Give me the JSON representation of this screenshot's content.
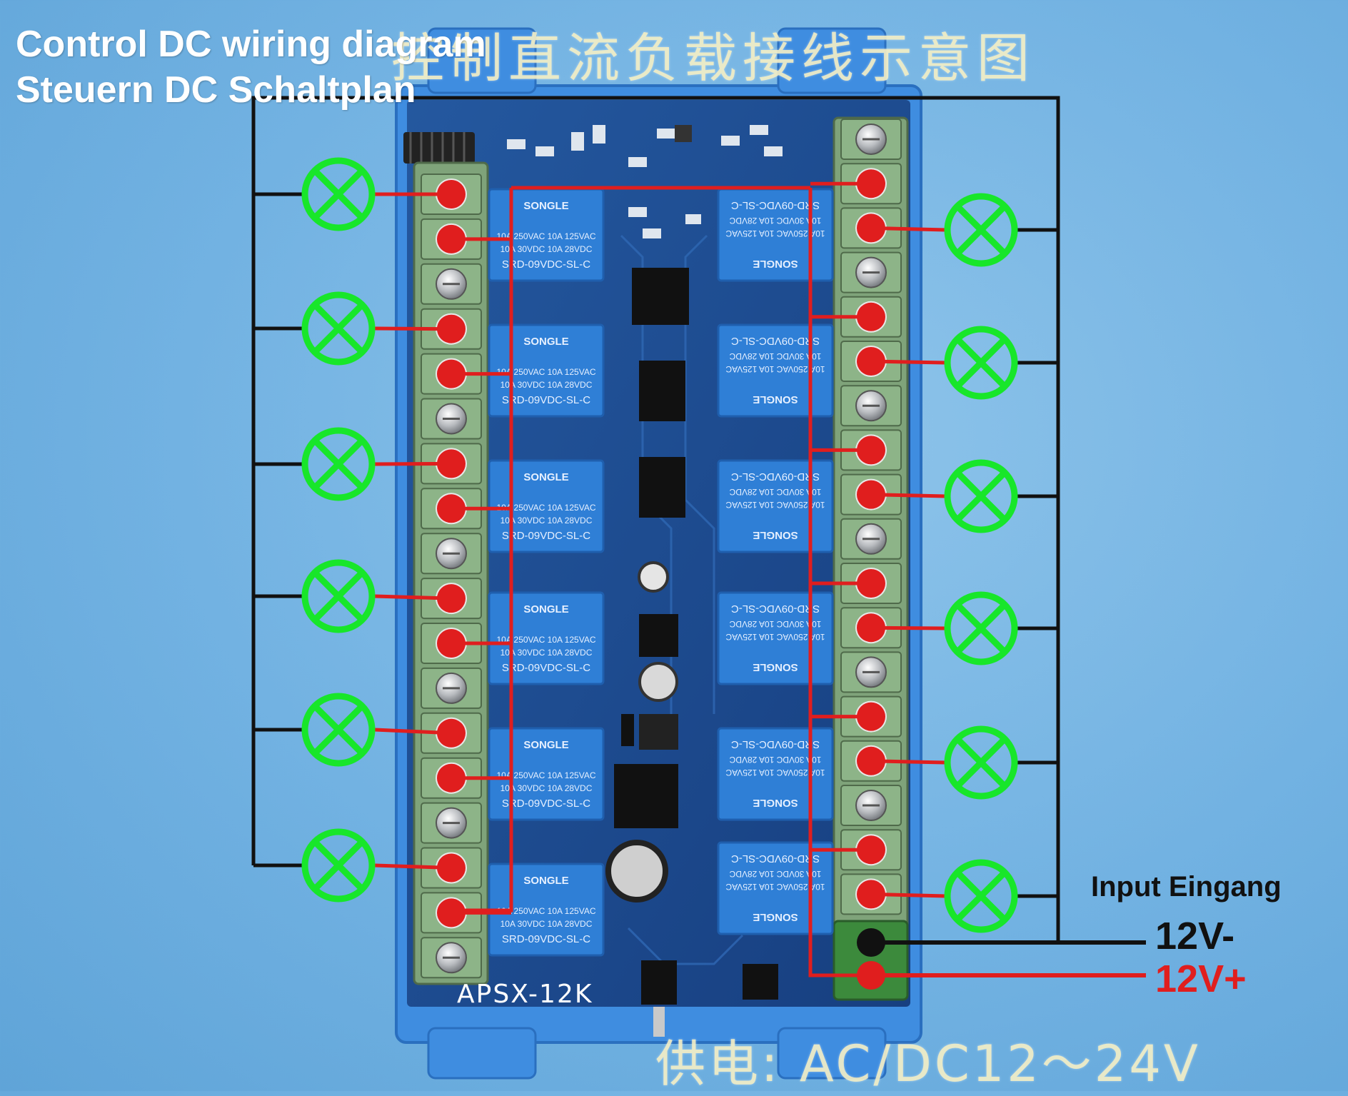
{
  "header": {
    "title_en": "Control DC wiring diagram",
    "title_de": "Steuern DC Schaltplan",
    "title_cn": "控制直流负载接线示意图"
  },
  "board": {
    "model": "APSX-12K",
    "relay_brand": "SONGLE",
    "relay_rating_1": "10A 250VAC  10A 125VAC",
    "relay_rating_2": "10A 30VDC  10A 28VDC",
    "relay_model": "SRD-09VDC-SL-C",
    "power_supply_cn": "供电: AC/DC12～24V"
  },
  "power_input": {
    "label": "Input Eingang",
    "negative": "12V-",
    "positive": "12V+"
  },
  "colors": {
    "board": "#1d4f9a",
    "terminal": "#7fa37a",
    "wire_common": "#111111",
    "wire_supply": "#e01e1e",
    "load_lamp": "#18e62a",
    "relay": "#2f7fd6"
  }
}
